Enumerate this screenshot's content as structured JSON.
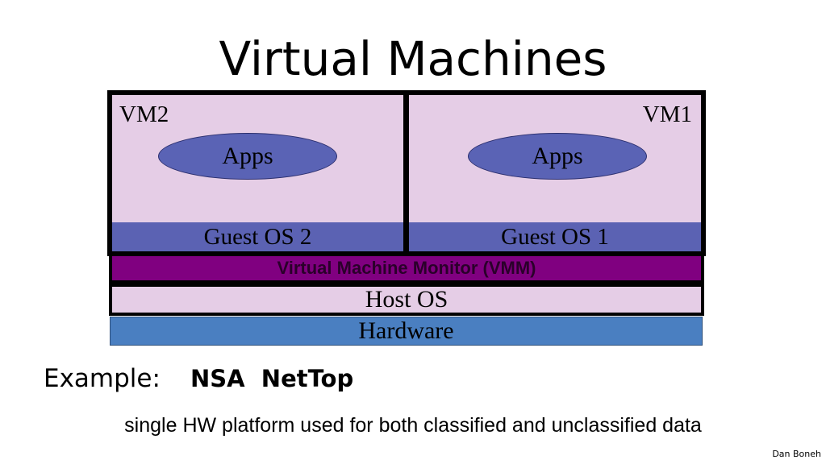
{
  "title": "Virtual Machines",
  "diagram": {
    "vm2": {
      "label": "VM2",
      "apps": "Apps",
      "guest_os": "Guest OS 2"
    },
    "vm1": {
      "label": "VM1",
      "apps": "Apps",
      "guest_os": "Guest OS 1"
    },
    "vmm": "Virtual Machine Monitor (VMM)",
    "host_os": "Host OS",
    "hardware": "Hardware"
  },
  "example": {
    "label": "Example:",
    "value": "NSA  NetTop"
  },
  "description": "single HW platform used for both classified and unclassified data",
  "author": "Dan Boneh",
  "colors": {
    "vm_background": "#e5cde6",
    "apps_fill": "#5a63b5",
    "guest_os_fill": "#5b62b3",
    "vmm_fill": "#800080",
    "host_os_fill": "#e5cde6",
    "hardware_fill": "#4a7fc1"
  }
}
